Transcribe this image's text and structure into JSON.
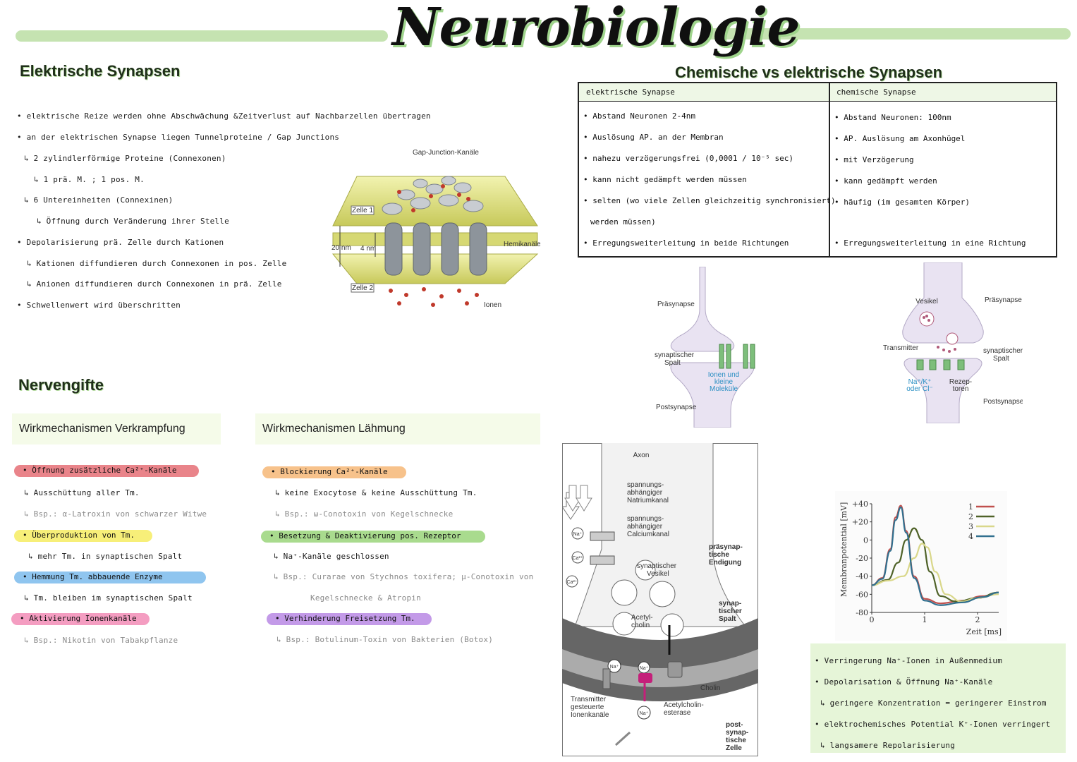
{
  "header": {
    "title": "Neurobiologie"
  },
  "elektrische": {
    "title": "Elektrische Synapsen",
    "lines": [
      "• elektrische Reize werden ohne Abschwächung &Zeitverlust auf Nachbarzellen übertragen",
      "• an der elektrischen Synapse liegen Tunnelproteine / Gap Junctions",
      "↳ 2 zylindlerförmige Proteine (Connexonen)",
      "↳ 1 prä. M. ; 1 pos. M.",
      "↳ 6 Untereinheiten (Connexinen)",
      "↳ Öffnung durch Veränderung ihrer Stelle",
      "• Depolarisierung prä. Zelle durch Kationen",
      "↳ Kationen diffundieren durch Connexonen in pos. Zelle",
      "↳ Anionen diffundieren durch Connexonen in prä. Zelle",
      "• Schwellenwert wird überschritten"
    ],
    "figure": {
      "top_label": "Gap-Junction-Kanäle",
      "zelle1": "Zelle 1",
      "zelle2": "Zelle 2",
      "dist1": "20 nm",
      "dist2": "4 nm",
      "hemi": "Hemikanäle",
      "ionen": "Ionen"
    }
  },
  "vergleich": {
    "title": "Chemische vs elektrische Synapsen",
    "col_left_header": "elektrische Synapse",
    "col_right_header": "chemische Synapse",
    "left": [
      "• Abstand Neuronen 2-4nm",
      "• Auslösung AP. an der Membran",
      "• nahezu verzögerungsfrei (0,0001 / 10⁻⁵ sec)",
      "• kann nicht gedämpft werden müssen",
      "• selten (wo viele Zellen gleichzeitig synchronisiert)",
      "werden müssen)",
      "• Erregungsweiterleitung in beide Richtungen"
    ],
    "right": [
      "• Abstand Neuronen: 100nm",
      "• AP. Auslösung am Axonhügel",
      "• mit Verzögerung",
      "• kann gedämpft werden",
      "• häufig (im gesamten Körper)",
      "",
      "• Erregungsweiterleitung in eine Richtung"
    ]
  },
  "fig_electric": {
    "prae": "Präsynapse",
    "spalt1": "synaptischer",
    "spalt2": "Spalt",
    "post": "Postsynapse",
    "ionen1": "Ionen und",
    "ionen2": "kleine",
    "ionen3": "Moleküle"
  },
  "fig_chemical": {
    "vesikel": "Vesikel",
    "prae": "Präsynapse",
    "transmitter": "Transmitter",
    "spalt1": "synaptischer",
    "spalt2": "Spalt",
    "nak1": "Na⁺/K⁺",
    "nak2": "oder Cl⁻",
    "rez1": "Rezep-",
    "rez2": "toren",
    "post": "Postsynapse"
  },
  "nervengifte": {
    "title": "Nervengifte",
    "verkrampfung": {
      "title": "Wirkmechanismen Verkrampfung",
      "items": [
        {
          "text": "• Öffnung zusätzliche Ca²⁺-Kanäle",
          "kind": "pill",
          "color": "#e9848a"
        },
        {
          "text": "↳ Ausschüttung aller Tm.",
          "kind": "note"
        },
        {
          "text": "↳ Bsp.: α-Latroxin von schwarzer Witwe",
          "kind": "gray"
        },
        {
          "text": "• Überproduktion von Tm.",
          "kind": "pill",
          "color": "#f7ef79"
        },
        {
          "text": "↳ mehr Tm. in synaptischen Spalt",
          "kind": "note"
        },
        {
          "text": "• Hemmung Tm. abbauende Enzyme",
          "kind": "pill",
          "color": "#8fc5ef"
        },
        {
          "text": "↳ Tm. bleiben im synaptischen Spalt",
          "kind": "note"
        },
        {
          "text": "• Aktivierung Ionenkanäle",
          "kind": "pill",
          "color": "#f49dc1"
        },
        {
          "text": "↳ Bsp.: Nikotin von Tabakpflanze",
          "kind": "gray"
        }
      ]
    },
    "laehmung": {
      "title": "Wirkmechanismen Lähmung",
      "items": [
        {
          "text": "• Blockierung Ca²⁺-Kanäle",
          "kind": "pill",
          "color": "#f7c28b"
        },
        {
          "text": "↳ keine Exocytose & keine Ausschüttung Tm.",
          "kind": "note"
        },
        {
          "text": "↳ Bsp.: ω-Conotoxin von Kegelschnecke",
          "kind": "gray"
        },
        {
          "text": "• Besetzung & Deaktivierung pos. Rezeptor",
          "kind": "pill",
          "color": "#a9db8e"
        },
        {
          "text": "↳ Na⁺-Kanäle geschlossen",
          "kind": "note"
        },
        {
          "text": "↳ Bsp.: Curarae von Stychnos toxifera; μ-Conotoxin von",
          "kind": "gray"
        },
        {
          "text": "Kegelschnecke & Atropin",
          "kind": "gray"
        },
        {
          "text": "• Verhinderung Freisetzung Tm.",
          "kind": "pill",
          "color": "#c39ae8"
        },
        {
          "text": "↳ Bsp.: Botulinum-Toxin von Bakterien (Botox)",
          "kind": "gray"
        }
      ]
    }
  },
  "fig_axon": {
    "axon": "Axon",
    "na_kanal": [
      "spannungs-",
      "abhängiger",
      "Natriumkanal"
    ],
    "ca_kanal": [
      "spannungs-",
      "abhängiger",
      "Calciumkanal"
    ],
    "endigung": [
      "präsynap-",
      "tische",
      "Endigung"
    ],
    "vesikel": [
      "synaptischer",
      "Vesikel"
    ],
    "spalt": [
      "synap-",
      "tischer",
      "Spalt"
    ],
    "acetylcholin": [
      "Acetyl-",
      "cholin"
    ],
    "cholin": "Cholin",
    "transmitter": [
      "Transmitter",
      "gesteuerte",
      "Ionenkanäle"
    ],
    "esterase": [
      "Acetylcholin-",
      "esterase"
    ],
    "post": [
      "post-",
      "synap-",
      "tische",
      "Zelle"
    ],
    "na": "Na⁺",
    "ca": "Ca²⁺"
  },
  "chart_data": {
    "type": "line",
    "ylabel": "Membranpotential [mV]",
    "xlabel": "Zeit [ms]",
    "ylim": [
      -80,
      40
    ],
    "xlim": [
      0,
      2.4
    ],
    "yticks": [
      "+40",
      "+20",
      "0",
      "-20",
      "-40",
      "-60",
      "-80"
    ],
    "xticks": [
      "0",
      "1",
      "2"
    ],
    "series": [
      {
        "name": "1",
        "color": "#c0504d",
        "x": [
          0,
          0.2,
          0.35,
          0.45,
          0.55,
          0.65,
          0.8,
          1.0,
          1.3,
          1.7,
          2.1,
          2.4
        ],
        "y": [
          -50,
          -42,
          -10,
          25,
          38,
          10,
          -40,
          -65,
          -70,
          -67,
          -62,
          -58
        ]
      },
      {
        "name": "2",
        "color": "#4f6228",
        "x": [
          0,
          0.3,
          0.5,
          0.65,
          0.8,
          0.95,
          1.1,
          1.3,
          1.6,
          2.0,
          2.4
        ],
        "y": [
          -50,
          -44,
          -25,
          0,
          13,
          0,
          -35,
          -62,
          -68,
          -64,
          -58
        ]
      },
      {
        "name": "3",
        "color": "#d9d78a",
        "x": [
          0,
          0.3,
          0.6,
          0.8,
          0.95,
          1.05,
          1.2,
          1.4,
          1.7,
          2.0,
          2.4
        ],
        "y": [
          -50,
          -45,
          -40,
          -20,
          -4,
          -8,
          -35,
          -60,
          -68,
          -64,
          -60
        ]
      },
      {
        "name": "4",
        "color": "#31708f",
        "x": [
          0,
          0.2,
          0.35,
          0.45,
          0.55,
          0.65,
          0.8,
          1.0,
          1.3,
          1.7,
          2.1,
          2.4
        ],
        "y": [
          -50,
          -43,
          -12,
          22,
          36,
          8,
          -42,
          -67,
          -72,
          -69,
          -63,
          -58
        ]
      }
    ]
  },
  "info": {
    "lines": [
      "• Verringerung Na⁺-Ionen in Außenmedium",
      "• Depolarisation & Öffnung Na⁺-Kanäle",
      "↳ geringere Konzentration = geringerer Einstrom",
      "• elektrochemisches Potential K⁺-Ionen verringert",
      "↳ langsamere Repolarisierung"
    ]
  }
}
